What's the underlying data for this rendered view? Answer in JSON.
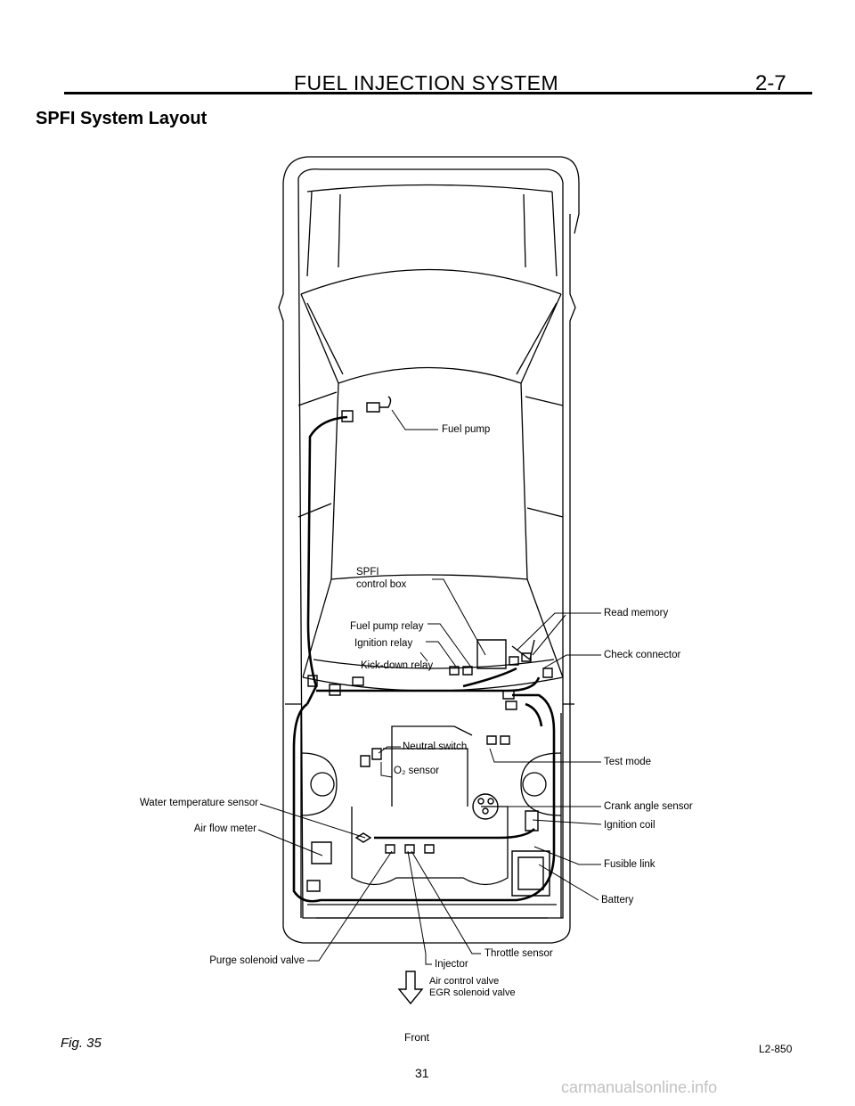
{
  "header": {
    "title": "FUEL INJECTION SYSTEM",
    "page_ref": "2-7"
  },
  "section_title": "SPFI System Layout",
  "diagram": {
    "labels": {
      "fuel_pump": "Fuel pump",
      "spfi_control_box_line1": "SPFI",
      "spfi_control_box_line2": "control box",
      "fuel_pump_relay": "Fuel pump relay",
      "ignition_relay": "Ignition relay",
      "kick_down_relay": "Kick-down relay",
      "read_memory": "Read memory",
      "check_connector": "Check connector",
      "neutral_switch": "Neutral switch",
      "o2_sensor": "O₂ sensor",
      "test_mode": "Test mode",
      "water_temperature_sensor": "Water temperature sensor",
      "air_flow_meter": "Air flow meter",
      "crank_angle_sensor": "Crank angle sensor",
      "ignition_coil": "Ignition coil",
      "fusible_link": "Fusible link",
      "battery": "Battery",
      "purge_solenoid_valve": "Purge solenoid valve",
      "throttle_sensor": "Throttle sensor",
      "injector": "Injector",
      "air_control_valve": "Air control valve",
      "egr_solenoid_valve": "EGR solenoid valve",
      "front": "Front"
    }
  },
  "footer": {
    "figure_label": "Fig. 35",
    "figure_code": "L2-850",
    "page_number": "31"
  },
  "watermark": "carmanualsonline.info"
}
